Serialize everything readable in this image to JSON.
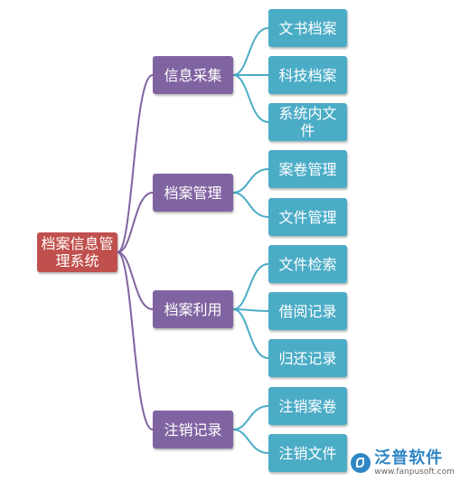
{
  "diagram": {
    "root": {
      "label": "档案信息管理系统"
    },
    "branches": [
      {
        "label": "信息采集",
        "children": [
          "文书档案",
          "科技档案",
          "系统内文件"
        ]
      },
      {
        "label": "档案管理",
        "children": [
          "案卷管理",
          "文件管理"
        ]
      },
      {
        "label": "档案利用",
        "children": [
          "文件检索",
          "借阅记录",
          "归还记录"
        ]
      },
      {
        "label": "注销记录",
        "children": [
          "注销案卷",
          "注销文件"
        ]
      }
    ]
  },
  "watermark": {
    "name": "泛普软件",
    "url": "www.fanpusoft.com",
    "icon": "fanpu-logo-icon"
  },
  "colors": {
    "root": "#c0504d",
    "branch": "#8064a2",
    "leaf": "#4bacc6",
    "root_connector": "#8064a2",
    "leaf_connector": "#4bacc6"
  }
}
